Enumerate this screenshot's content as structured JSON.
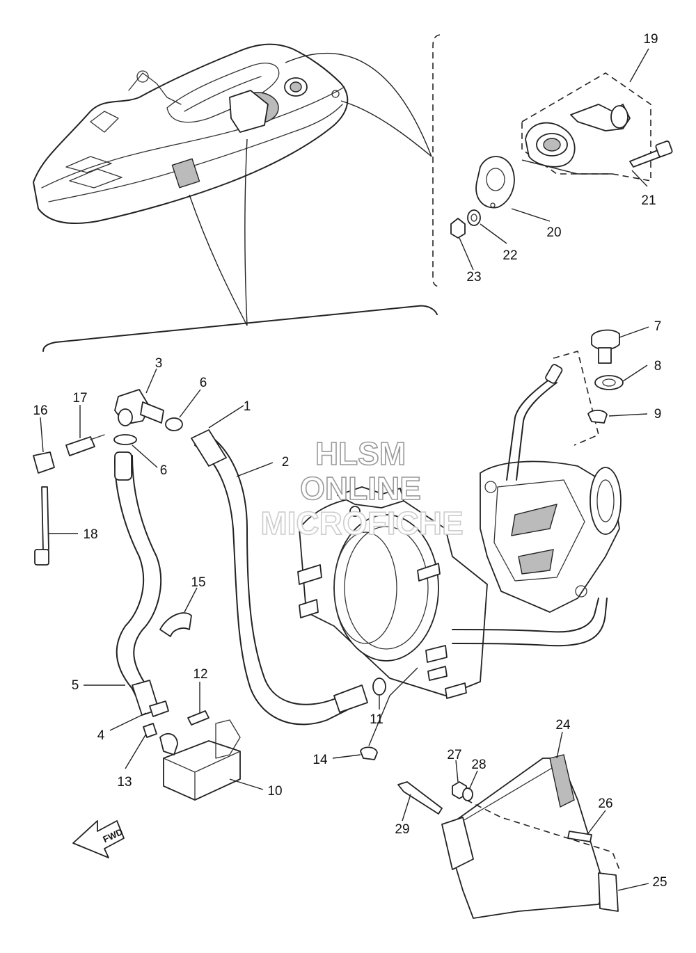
{
  "watermark": {
    "line1": "HLSM",
    "line2": "ONLINE",
    "line3": "MICROFICHE"
  },
  "direction_arrow": {
    "label": "FWD"
  },
  "callouts": {
    "c1": "1",
    "c2": "2",
    "c3": "3",
    "c4": "4",
    "c5": "5",
    "c6a": "6",
    "c6b": "6",
    "c7": "7",
    "c8": "8",
    "c9": "9",
    "c10": "10",
    "c11": "11",
    "c12": "12",
    "c13": "13",
    "c14": "14",
    "c15": "15",
    "c16": "16",
    "c17": "17",
    "c18": "18",
    "c19": "19",
    "c20": "20",
    "c21": "21",
    "c22": "22",
    "c23": "23",
    "c24": "24",
    "c25": "25",
    "c26": "26",
    "c27": "27",
    "c28": "28",
    "c29": "29"
  }
}
